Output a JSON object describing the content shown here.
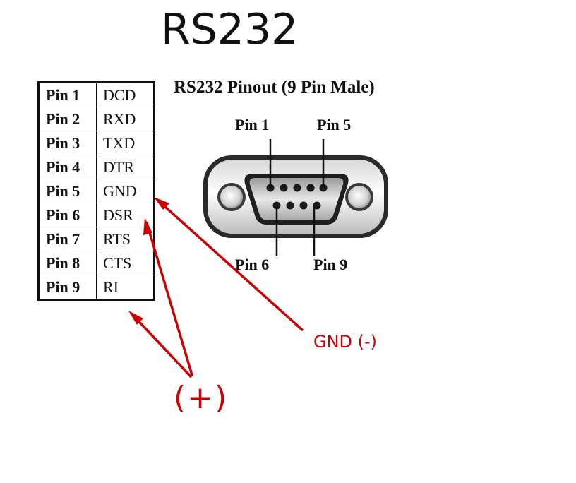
{
  "title": "RS232",
  "pinout_title": "RS232 Pinout (9 Pin Male)",
  "pin_table": [
    {
      "pin": "Pin 1",
      "signal": "DCD"
    },
    {
      "pin": "Pin 2",
      "signal": "RXD"
    },
    {
      "pin": "Pin 3",
      "signal": "TXD"
    },
    {
      "pin": "Pin 4",
      "signal": "DTR"
    },
    {
      "pin": "Pin 5",
      "signal": "GND"
    },
    {
      "pin": "Pin 6",
      "signal": "DSR"
    },
    {
      "pin": "Pin 7",
      "signal": "RTS"
    },
    {
      "pin": "Pin 8",
      "signal": "CTS"
    },
    {
      "pin": "Pin 9",
      "signal": "RI"
    }
  ],
  "connector": {
    "label_pin1": "Pin 1",
    "label_pin5": "Pin 5",
    "label_pin6": "Pin 6",
    "label_pin9": "Pin 9"
  },
  "annotations": {
    "ground": "GND (-)",
    "positive": "(+)",
    "color": "#cc0000"
  }
}
